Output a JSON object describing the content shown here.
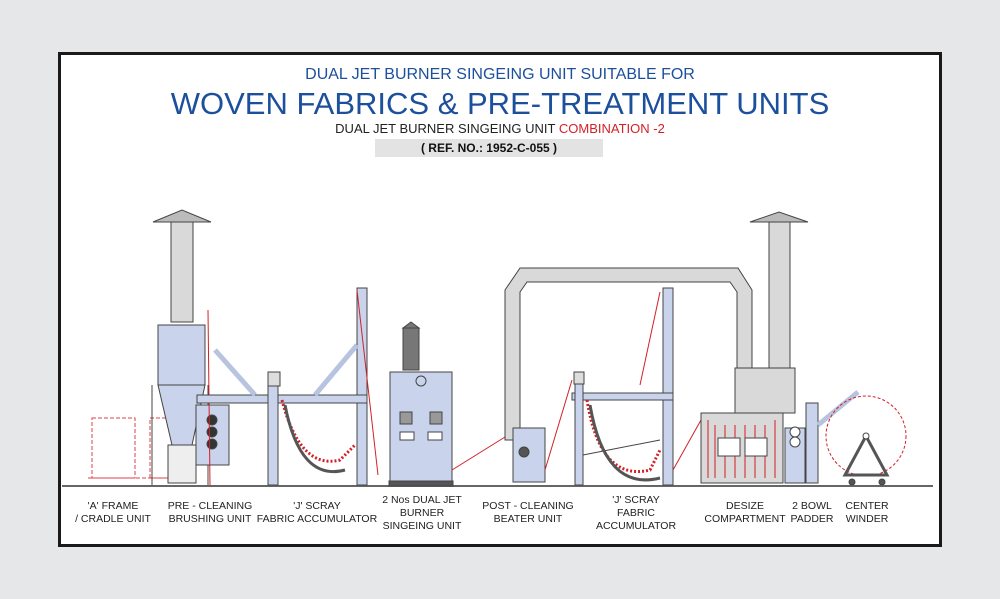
{
  "header": {
    "subtitle_top": "DUAL JET BURNER SINGEING UNIT SUITABLE FOR",
    "title": "WOVEN FABRICS & PRE-TREATMENT UNITS",
    "subtitle_prefix": "DUAL JET BURNER SINGEING UNIT",
    "subtitle_highlight": "COMBINATION -2",
    "ref": "( REF. NO.: 1952-C-055 )"
  },
  "labels": [
    {
      "line1": "'A' FRAME",
      "line2": "/ CRADLE UNIT",
      "line3": ""
    },
    {
      "line1": "PRE - CLEANING",
      "line2": "BRUSHING UNIT",
      "line3": ""
    },
    {
      "line1": "'J' SCRAY",
      "line2": "FABRIC ACCUMULATOR",
      "line3": ""
    },
    {
      "line1": "2 Nos DUAL JET",
      "line2": "BURNER",
      "line3": "SINGEING UNIT"
    },
    {
      "line1": "POST - CLEANING",
      "line2": "BEATER UNIT",
      "line3": ""
    },
    {
      "line1": "'J' SCRAY",
      "line2": "FABRIC",
      "line3": "ACCUMULATOR"
    },
    {
      "line1": "DESIZE",
      "line2": "COMPARTMENT",
      "line3": ""
    },
    {
      "line1": "2 BOWL",
      "line2": "PADDER",
      "line3": ""
    },
    {
      "line1": "CENTER",
      "line2": "WINDER",
      "line3": ""
    }
  ],
  "colors": {
    "title_blue": "#1c4f9c",
    "accent_red": "#d32027",
    "machine_fill": "#c9d3ec",
    "duct_fill": "#d9d9d9"
  }
}
